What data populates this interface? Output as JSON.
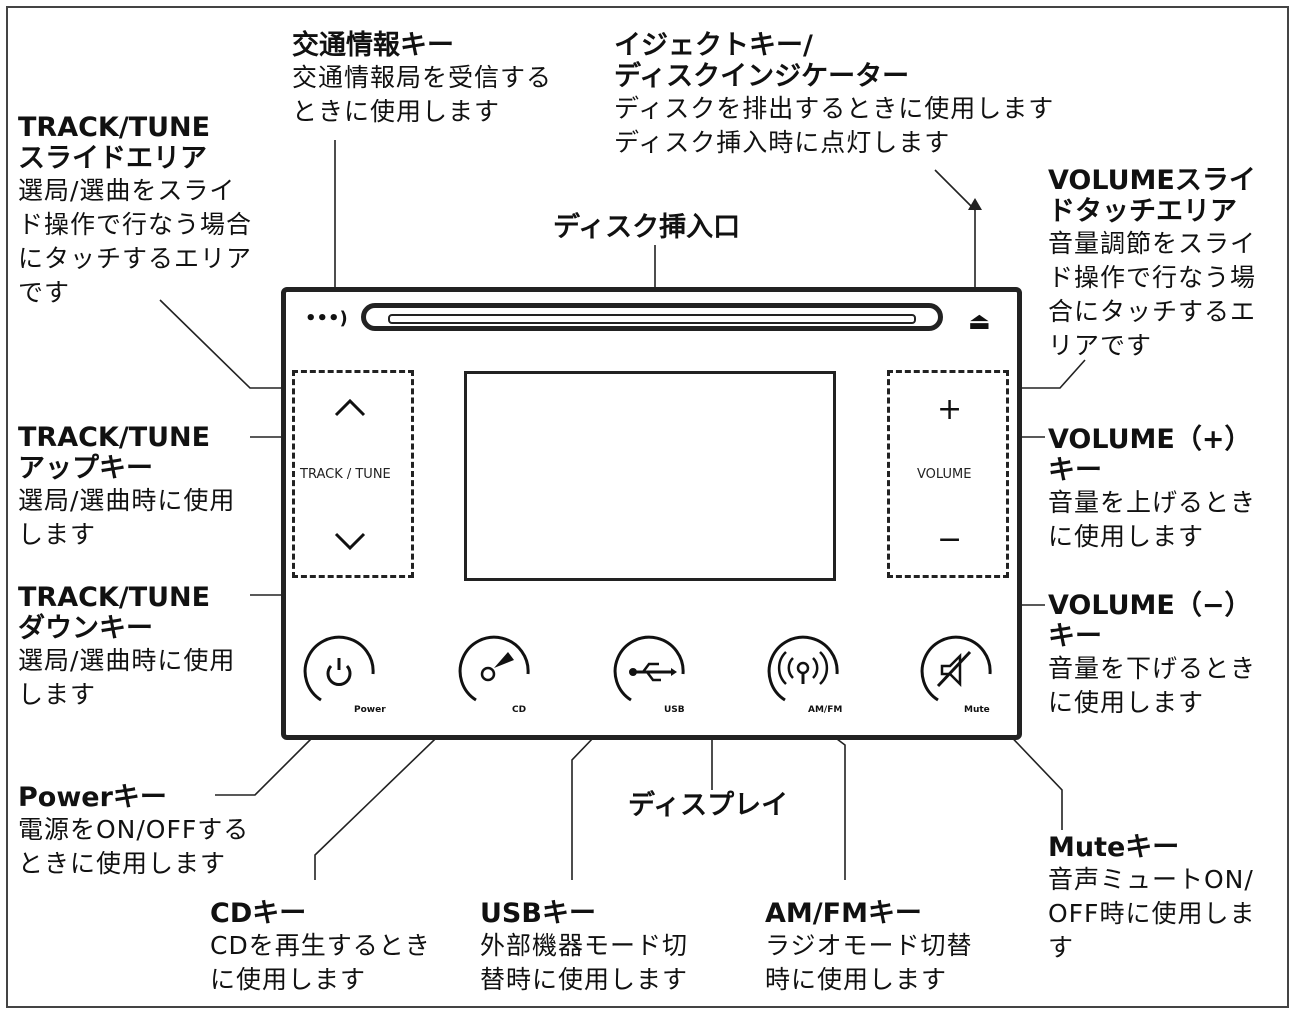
{
  "callouts": {
    "traffic": {
      "title": "交通情報キー",
      "desc": "交通情報局を受信する\nときに使用します"
    },
    "eject": {
      "title": "イジェクトキー/\nディスクインジケーター",
      "desc": "ディスクを排出するときに使用します\nディスク挿入時に点灯します"
    },
    "track_slide": {
      "title": "TRACK/TUNE\nスライドエリア",
      "desc": "選局/選曲をスライ\nド操作で行なう場合\nにタッチするエリア\nです"
    },
    "volume_slide": {
      "title": "VOLUMEスライ\nドタッチエリア",
      "desc": "音量調節をスライ\nド操作で行なう場\n合にタッチするエ\nリアです"
    },
    "track_up": {
      "title": "TRACK/TUNE\nアップキー",
      "desc": "選局/選曲時に使用\nします"
    },
    "track_down": {
      "title": "TRACK/TUNE\nダウンキー",
      "desc": "選局/選曲時に使用\nします"
    },
    "vol_up": {
      "title": "VOLUME（+）\nキー",
      "desc": "音量を上げるとき\nに使用します"
    },
    "vol_down": {
      "title": "VOLUME（−）\nキー",
      "desc": "音量を下げるとき\nに使用します"
    },
    "power": {
      "title": "Powerキー",
      "desc": "電源をON/OFFする\nときに使用します"
    },
    "cd": {
      "title": "CDキー",
      "desc": "CDを再生するとき\nに使用します"
    },
    "usb": {
      "title": "USBキー",
      "desc": "外部機器モード切\n替時に使用します"
    },
    "amfm": {
      "title": "AM/FMキー",
      "desc": "ラジオモード切替\n時に使用します"
    },
    "mute": {
      "title": "Muteキー",
      "desc": "音声ミュートON/\nOFF時に使用しま\nす"
    }
  },
  "labels": {
    "disc_slot": "ディスク挿入口",
    "display": "ディスプレイ"
  },
  "device": {
    "track_area_label": "TRACK / TUNE",
    "volume_area_label": "VOLUME",
    "up_symbol": "^",
    "down_symbol": "v",
    "plus_symbol": "+",
    "minus_symbol": "−",
    "buttons": {
      "power": "Power",
      "cd": "CD",
      "usb": "USB",
      "amfm": "AM/FM",
      "mute": "Mute"
    }
  }
}
